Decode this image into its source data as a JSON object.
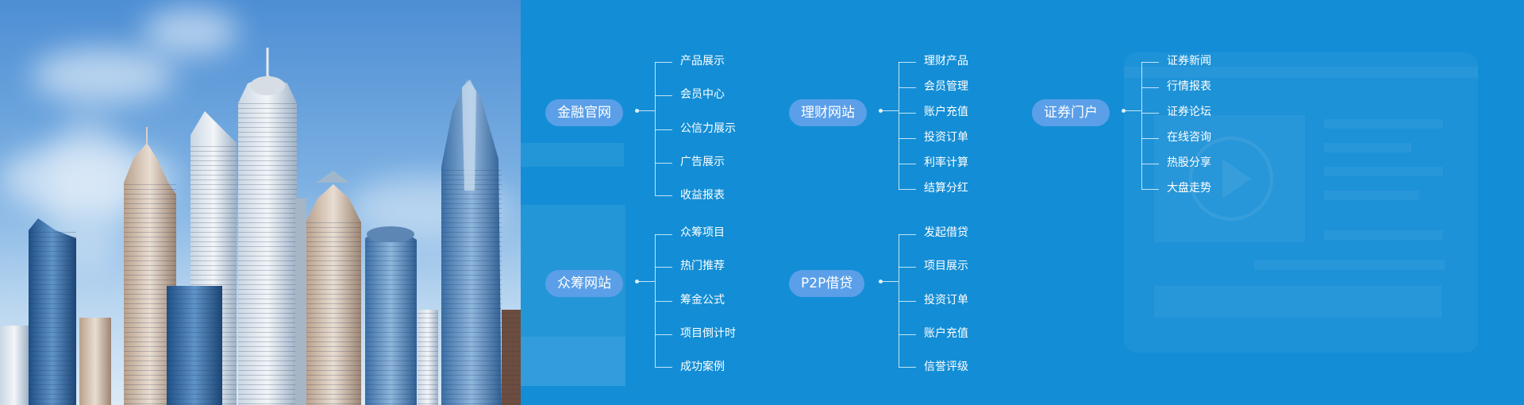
{
  "groups": [
    {
      "title": "金融官网",
      "items": [
        "产品展示",
        "会员中心",
        "公信力展示",
        "广告展示",
        "收益报表"
      ]
    },
    {
      "title": "理财网站",
      "items": [
        "理财产品",
        "会员管理",
        "账户充值",
        "投资订单",
        "利率计算",
        "结算分红"
      ]
    },
    {
      "title": "证券门户",
      "items": [
        "证券新闻",
        "行情报表",
        "证券论坛",
        "在线咨询",
        "热股分享",
        "大盘走势"
      ]
    },
    {
      "title": "众筹网站",
      "items": [
        "众筹项目",
        "热门推荐",
        "筹金公式",
        "项目倒计时",
        "成功案例"
      ]
    },
    {
      "title": "P2P借贷",
      "items": [
        "发起借贷",
        "项目展示",
        "投资订单",
        "账户充值",
        "信誉评级"
      ]
    }
  ],
  "colors": {
    "panel_blue": "#138ed6",
    "pill_blue": "#5a9fe8"
  }
}
